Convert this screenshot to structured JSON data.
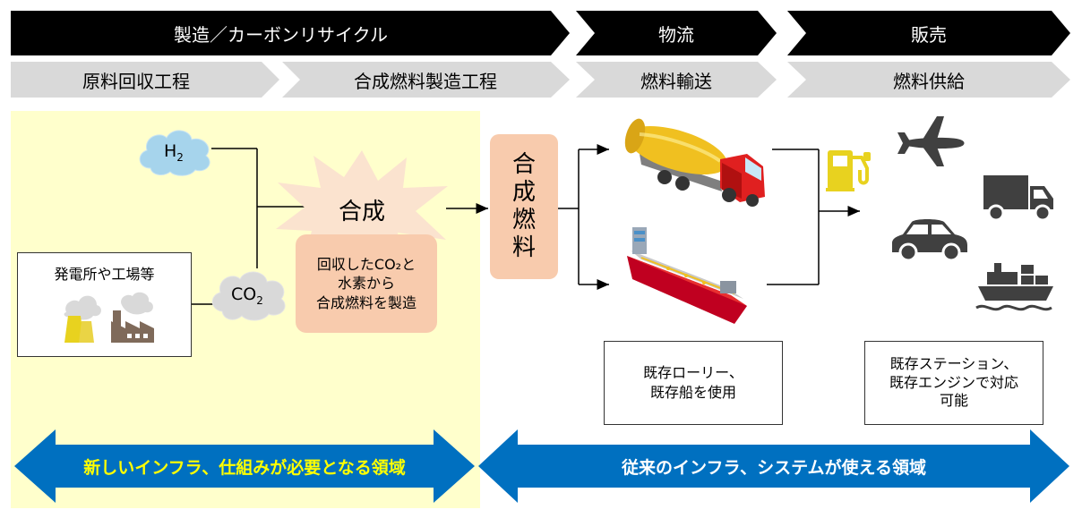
{
  "header": {
    "stages": [
      {
        "label": "製造／カーボンリサイクル"
      },
      {
        "label": "物流"
      },
      {
        "label": "販売"
      }
    ],
    "substages": [
      {
        "label": "原料回収工程"
      },
      {
        "label": "合成燃料製造工程"
      },
      {
        "label": "燃料輸送"
      },
      {
        "label": "燃料供給"
      }
    ]
  },
  "process": {
    "h2_label": "H",
    "h2_sub": "2",
    "co2_label": "CO",
    "co2_sub": "2",
    "source_label": "発電所や工場等",
    "synthesis_label": "合成",
    "synthesis_desc_line1": "回収したCO₂と",
    "synthesis_desc_line2": "水素から",
    "synthesis_desc_line3": "合成燃料を製造",
    "fuel_label_chars": [
      "合",
      "成",
      "燃",
      "料"
    ]
  },
  "logistics": {
    "note_line1": "既存ローリー、",
    "note_line2": "既存船を使用"
  },
  "sales": {
    "note_line1": "既存ステーション、",
    "note_line2": "既存エンジンで対応",
    "note_line3": "可能"
  },
  "footer": {
    "new_infra": "新しいインフラ、仕組みが必要となる領域",
    "existing_infra": "従来のインフラ、システムが使える領域",
    "new_infra_text_color": "#ffff00",
    "existing_infra_text_color": "#ffffff",
    "arrow_color": "#0070c0"
  },
  "colors": {
    "yellow_zone": "#ffffcc",
    "peach": "#f8cbad",
    "cloud": "#a6d4ec",
    "fuel_pump": "#e8d21f"
  },
  "icons": [
    "cloud-icon",
    "power-plant-icon",
    "factory-icon",
    "tanker-truck-icon",
    "cargo-ship-icon",
    "fuel-pump-icon",
    "airplane-icon",
    "truck-icon",
    "car-icon",
    "ship-icon"
  ]
}
